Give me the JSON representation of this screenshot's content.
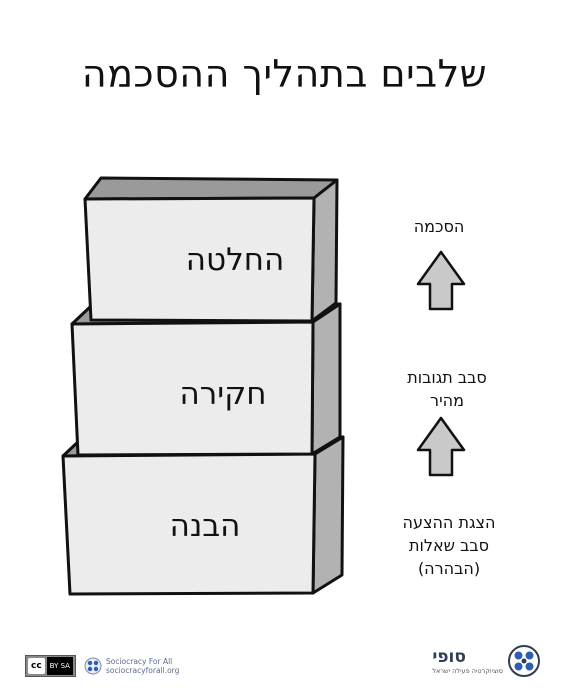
{
  "title": "שלבים בתהליך ההסכמה",
  "blocks": [
    {
      "label": "החלטה"
    },
    {
      "label": "חקירה"
    },
    {
      "label": "הבנה"
    }
  ],
  "side_labels": {
    "top": "הסכמה",
    "middle": "סבב תגובות\nמהיר",
    "bottom": "הצגת ההצעה\nסבב שאלות\n(הבהרה)"
  },
  "footer": {
    "license_label": "cc",
    "license_icons": "BY  SA",
    "org_name": "Sociocracy For All",
    "org_url": "sociocracyforall.org",
    "brand_name": "סופי",
    "brand_subtitle": "סוציוקרטיה פעילה ישראל"
  },
  "colors": {
    "block_front": "#ececec",
    "block_top": "#9a9a9a",
    "block_side": "#b2b2b2",
    "outline": "#111111",
    "logo_blue": "#2f5db0"
  },
  "icons": [
    "up-arrow-icon",
    "cc-license-icon",
    "sociocracy-logo-icon",
    "sofi-logo-icon"
  ]
}
